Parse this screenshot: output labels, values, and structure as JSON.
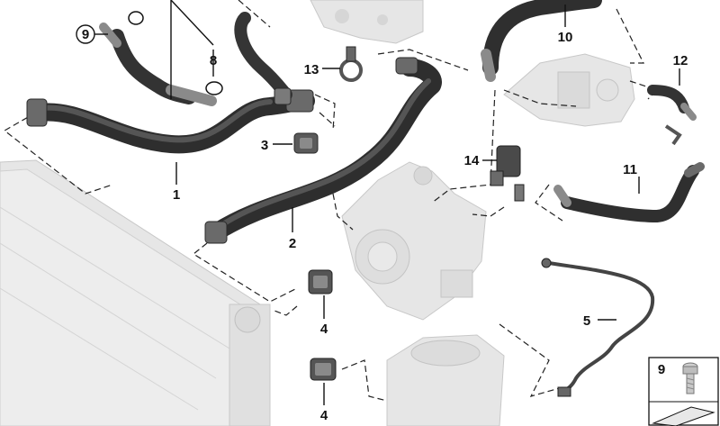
{
  "callouts": {
    "c1": "1",
    "c2": "2",
    "c3": "3",
    "c4a": "4",
    "c4b": "4",
    "c5": "5",
    "c8": "8",
    "c9": "9",
    "c10": "10",
    "c11": "11",
    "c12": "12",
    "c13": "13",
    "c14": "14",
    "inset_9": "9"
  },
  "colors": {
    "hose_dark": "#3a3a3a",
    "hose_mid": "#5a5a5a",
    "ghost_part": "#e6e6e6",
    "leader_line": "#111111"
  }
}
